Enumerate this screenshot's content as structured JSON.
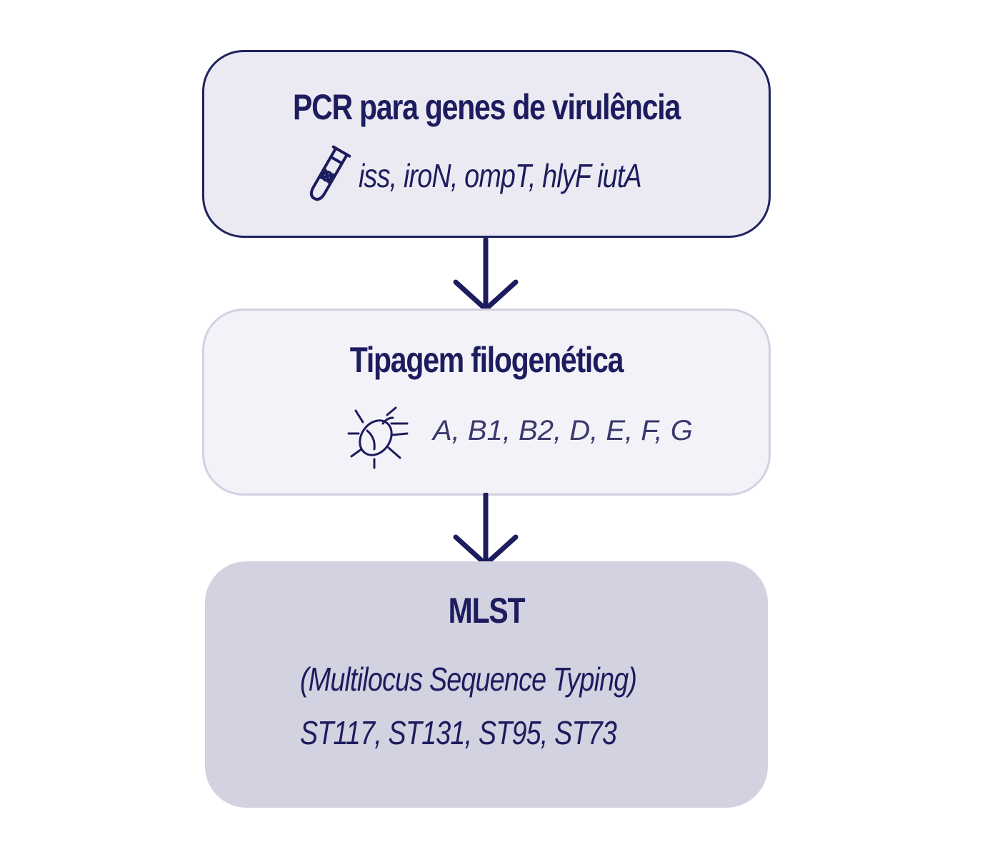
{
  "steps": [
    {
      "title": "PCR para genes de virulência",
      "detail": "iss, iroN, ompT, hlyF iutA",
      "icon": "test-tube-icon"
    },
    {
      "title": "Tipagem filogenética",
      "detail": "A, B1, B2, D, E, F, G",
      "icon": "bacterium-icon"
    },
    {
      "title": "MLST",
      "subtitle": "(Multilocus Sequence Typing)",
      "detail": "ST117, ST131, ST95, ST73"
    }
  ],
  "colors": {
    "navy": "#1c1c5e",
    "box1_fill": "#ebeaf2",
    "box2_fill": "#f3f2f8",
    "box3_fill": "#d3d2e1"
  }
}
